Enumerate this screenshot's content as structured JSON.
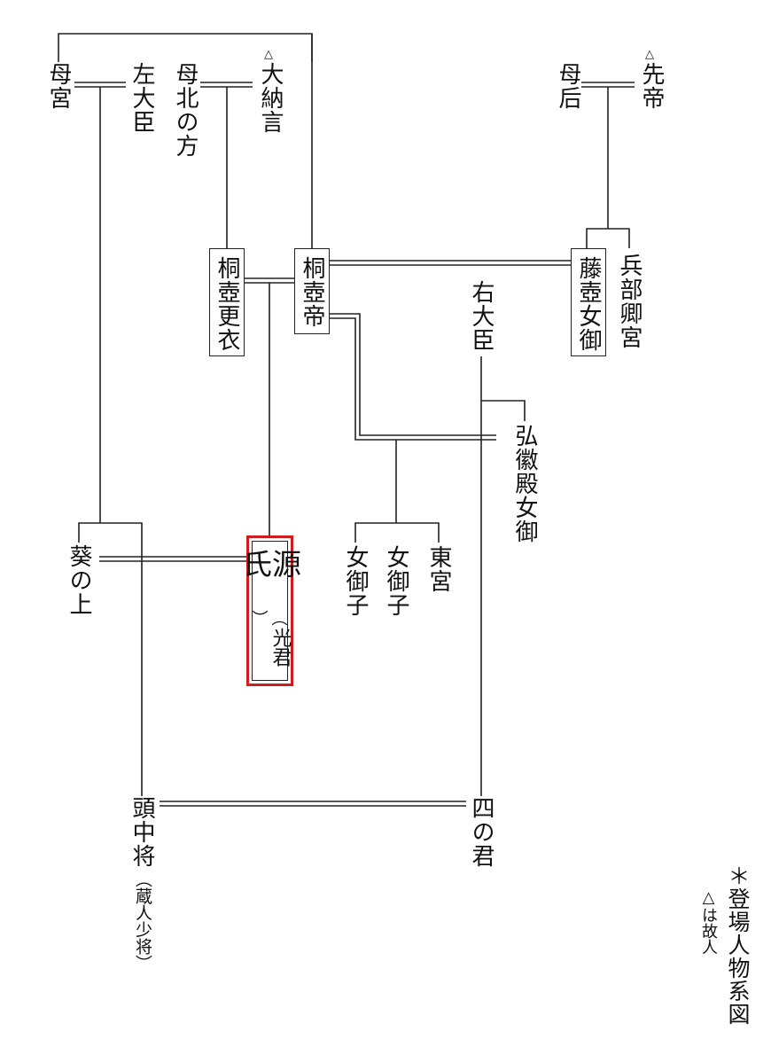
{
  "people": {
    "haha_miya": "母宮",
    "sadaijin": "左大臣",
    "kitanokata": "母北の方",
    "dainagon": "大納言",
    "kiritsubo_koi": "桐壺更衣",
    "kiritsubo_tei": "桐壺帝",
    "sentei": "先帝",
    "kisaki": "母后",
    "fujitsubo": "藤壺女御",
    "hyobukyo": "兵部卿宮",
    "udaijin": "右大臣",
    "kokiden": "弘徽殿女御",
    "aoi": "葵の上",
    "genji": "源氏",
    "genji_alias": "光君",
    "onnamiko_1": "女御子",
    "onnamiko_2": "女御子",
    "togu": "東宮",
    "tonochujo": "頭中将",
    "tonochujo_sub": "蔵人少将",
    "shi_no_kimi": "四の君"
  },
  "deceased_mark": "△",
  "legend": {
    "title": "＊登場人物系図",
    "note": "△は故人"
  }
}
